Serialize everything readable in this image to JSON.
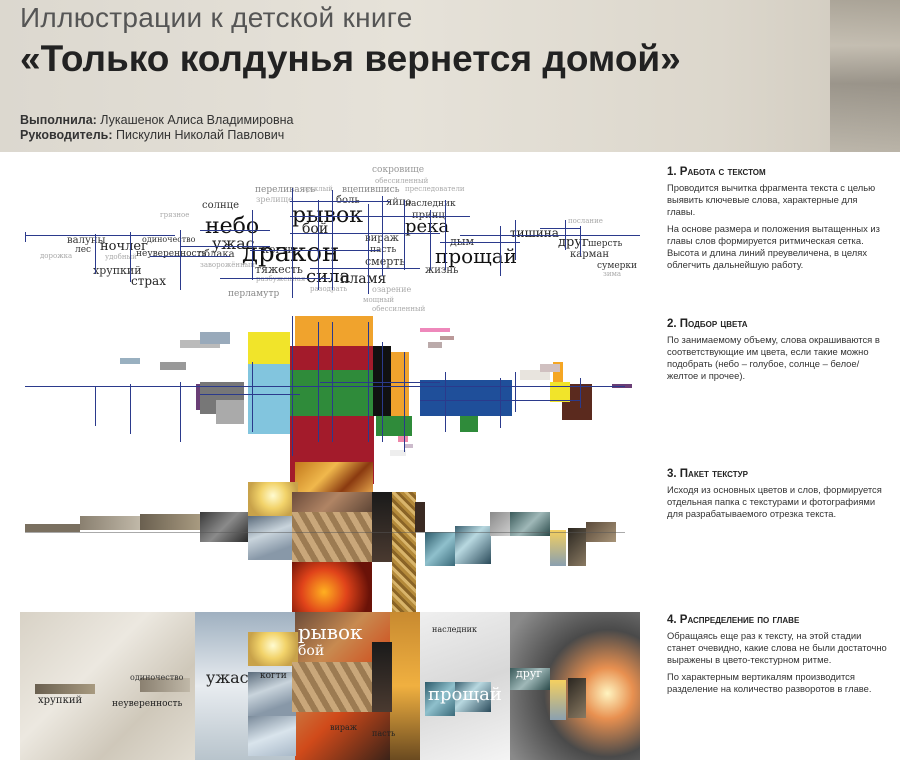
{
  "header": {
    "subtitle": "Иллюстрации к детской книге",
    "title": "«Только колдунья вернется домой»",
    "author_label": "Выполнила:",
    "author": "Лукашенок Алиса Владимировна",
    "supervisor_label": "Руководитель:",
    "supervisor": "Пискулин Николай Павлович"
  },
  "sections": [
    {
      "title": "1. Работа с текстом",
      "paragraphs": [
        "Проводится вычитка фрагмента текста с целью выявить ключевые слова, характерные для главы.",
        "На основе размера и положения вытащенных из главы слов формируется ритмическая сетка. Высота и длина линий преувеличена, в целях облегчить дальнейшую работу."
      ]
    },
    {
      "title": "2. Подбор цвета",
      "paragraphs": [
        "По занимаемому объему, слова окрашиваются в соответствующие им цвета, если такие можно подобрать (небо – голубое, солнце – белое/желтое и прочее)."
      ]
    },
    {
      "title": "3. Пакет текстур",
      "paragraphs": [
        "Исходя из основных цветов и слов, формируется отдельная папка с текстурами и фотографиями для разрабатываемого отрезка текста."
      ]
    },
    {
      "title": "4. Распределение по главе",
      "paragraphs": [
        "Обращаясь еще раз к тексту, на этой стадии станет очевидно, какие слова не были достаточно выражены в цвето-текстурном ритме.",
        "По характерным вертикалям производится разделение на количество разворотов в главе."
      ]
    }
  ],
  "words": [
    {
      "t": "сокровище",
      "s": 9,
      "c": "#999"
    },
    {
      "t": "обессиленный",
      "s": 7,
      "c": "#aaa"
    },
    {
      "t": "переливаясь",
      "s": 9,
      "c": "#888"
    },
    {
      "t": "зрелище",
      "s": 8,
      "c": "#aaa"
    },
    {
      "t": "тусклый",
      "s": 7,
      "c": "#aaa"
    },
    {
      "t": "вцепившись",
      "s": 9,
      "c": "#888"
    },
    {
      "t": "преследователи",
      "s": 7,
      "c": "#aaa"
    },
    {
      "t": "солнце",
      "s": 10,
      "c": "#333"
    },
    {
      "t": "боль",
      "s": 10,
      "c": "#333"
    },
    {
      "t": "яйцо",
      "s": 10,
      "c": "#333"
    },
    {
      "t": "наследник",
      "s": 9,
      "c": "#333"
    },
    {
      "t": "рывок",
      "s": 22,
      "c": "#111"
    },
    {
      "t": "принц",
      "s": 10,
      "c": "#333"
    },
    {
      "t": "грязное",
      "s": 7,
      "c": "#aaa"
    },
    {
      "t": "небо",
      "s": 22,
      "c": "#111"
    },
    {
      "t": "река",
      "s": 18,
      "c": "#111"
    },
    {
      "t": "послание",
      "s": 7,
      "c": "#aaa"
    },
    {
      "t": "бой",
      "s": 14,
      "c": "#222"
    },
    {
      "t": "когти",
      "s": 11,
      "c": "#333"
    },
    {
      "t": "ужас",
      "s": 16,
      "c": "#222"
    },
    {
      "t": "тишина",
      "s": 12,
      "c": "#222"
    },
    {
      "t": "валуны",
      "s": 10,
      "c": "#333"
    },
    {
      "t": "ночлег",
      "s": 13,
      "c": "#222"
    },
    {
      "t": "одиночество",
      "s": 8,
      "c": "#333"
    },
    {
      "t": "дракон",
      "s": 26,
      "c": "#111"
    },
    {
      "t": "вираж",
      "s": 10,
      "c": "#333"
    },
    {
      "t": "дым",
      "s": 11,
      "c": "#333"
    },
    {
      "t": "друг",
      "s": 13,
      "c": "#222"
    },
    {
      "t": "шерсть",
      "s": 9,
      "c": "#333"
    },
    {
      "t": "лес",
      "s": 9,
      "c": "#333"
    },
    {
      "t": "удобный",
      "s": 7,
      "c": "#aaa"
    },
    {
      "t": "неуверенность",
      "s": 9,
      "c": "#333"
    },
    {
      "t": "облака",
      "s": 10,
      "c": "#333"
    },
    {
      "t": "пасть",
      "s": 9,
      "c": "#333"
    },
    {
      "t": "прощай",
      "s": 20,
      "c": "#111"
    },
    {
      "t": "карман",
      "s": 10,
      "c": "#333"
    },
    {
      "t": "дорожка",
      "s": 7,
      "c": "#aaa"
    },
    {
      "t": "смерть",
      "s": 11,
      "c": "#333"
    },
    {
      "t": "заворожённый",
      "s": 7,
      "c": "#aaa"
    },
    {
      "t": "сумерки",
      "s": 9,
      "c": "#333"
    },
    {
      "t": "хрупкий",
      "s": 11,
      "c": "#333"
    },
    {
      "t": "тяжесть",
      "s": 11,
      "c": "#333"
    },
    {
      "t": "сила",
      "s": 18,
      "c": "#111"
    },
    {
      "t": "пламя",
      "s": 14,
      "c": "#222"
    },
    {
      "t": "жизнь",
      "s": 10,
      "c": "#333"
    },
    {
      "t": "разбуженная",
      "s": 7,
      "c": "#aaa"
    },
    {
      "t": "зима",
      "s": 7,
      "c": "#aaa"
    },
    {
      "t": "страх",
      "s": 12,
      "c": "#222"
    },
    {
      "t": "перламутр",
      "s": 9,
      "c": "#888"
    },
    {
      "t": "разодрать",
      "s": 7,
      "c": "#aaa"
    },
    {
      "t": "озарение",
      "s": 8,
      "c": "#aaa"
    },
    {
      "t": "мощный",
      "s": 7,
      "c": "#aaa"
    },
    {
      "t": "обессиленный",
      "s": 7,
      "c": "#aaa"
    }
  ],
  "dist_words": [
    {
      "t": "рывок",
      "s": 20,
      "c": "#ffffff"
    },
    {
      "t": "бой",
      "s": 14,
      "c": "#ffffff"
    },
    {
      "t": "ужас",
      "s": 16,
      "c": "#222"
    },
    {
      "t": "когти",
      "s": 9,
      "c": "#222"
    },
    {
      "t": "наследник",
      "s": 8,
      "c": "#222"
    },
    {
      "t": "прощай",
      "s": 18,
      "c": "#ffffff"
    },
    {
      "t": "друг",
      "s": 11,
      "c": "#ffffff"
    },
    {
      "t": "одиночество",
      "s": 8,
      "c": "#333"
    },
    {
      "t": "хрупкий",
      "s": 10,
      "c": "#222"
    },
    {
      "t": "неуверенность",
      "s": 9,
      "c": "#222"
    },
    {
      "t": "вираж",
      "s": 8,
      "c": "#222"
    },
    {
      "t": "пасть",
      "s": 8,
      "c": "#222"
    }
  ],
  "colors": {
    "sky": "#82c5de",
    "sun": "#f1e42a",
    "orange": "#f0a32d",
    "dark_red": "#a31b2b",
    "green": "#2f8b3a",
    "black": "#111111",
    "blue": "#1f4f9a",
    "brown": "#5b2a1e",
    "purple": "#6a3e76",
    "grid": "#2b3a8c"
  }
}
